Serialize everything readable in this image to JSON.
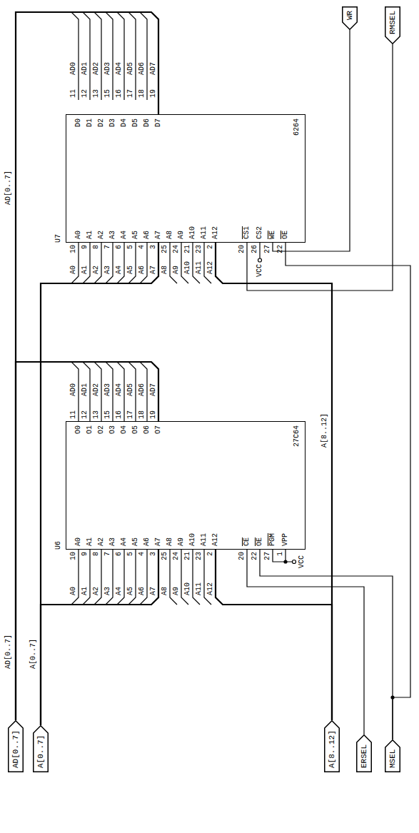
{
  "diagram": {
    "nodes": [
      {
        "text": [
          "AD[0..7]"
        ]
      },
      {
        "text": [
          "A[0..7]"
        ]
      },
      {
        "text": [
          "U6",
          "A0",
          "A1",
          "A2",
          "A3",
          "A4",
          "A5",
          "A6",
          "A7",
          "A8",
          "A9",
          "A10",
          "A11",
          "A12",
          "CE",
          "OE",
          "PGM",
          "VPP",
          "O0",
          "O1",
          "O2",
          "O3",
          "O4",
          "O5",
          "O6",
          "O7",
          "27C64"
        ]
      },
      {
        "text": [
          "U7",
          "A0",
          "A1",
          "A2",
          "A3",
          "A4",
          "A5",
          "A6",
          "A7",
          "A8",
          "A9",
          "A10",
          "A11",
          "A12",
          "CS1",
          "CS2",
          "WE",
          "OE",
          "D0",
          "D1",
          "D2",
          "D3",
          "D4",
          "D5",
          "D6",
          "D7",
          "6264"
        ]
      },
      {
        "text": [
          "A[8..12]"
        ]
      },
      {
        "text": [
          "ERSEL"
        ]
      },
      {
        "text": [
          "MSEL"
        ]
      },
      {
        "text": [
          "WR"
        ]
      },
      {
        "text": [
          "RMSEL"
        ]
      }
    ],
    "edges": [
      {
        "from": 0,
        "to": 2,
        "arrow": "none"
      },
      {
        "from": 0,
        "to": 3,
        "arrow": "none"
      },
      {
        "from": 1,
        "to": 2,
        "arrow": "none"
      },
      {
        "from": 1,
        "to": 3,
        "arrow": "none"
      },
      {
        "from": 4,
        "to": 2,
        "arrow": "none"
      },
      {
        "from": 4,
        "to": 3,
        "arrow": "none"
      },
      {
        "from": 5,
        "to": 2,
        "arrow": "none"
      },
      {
        "from": 6,
        "to": 2,
        "arrow": "none"
      },
      {
        "from": 6,
        "to": 3,
        "arrow": "none"
      },
      {
        "from": 7,
        "to": 3,
        "arrow": "none"
      },
      {
        "from": 8,
        "to": 3,
        "arrow": "none"
      }
    ],
    "labels": [
      "10",
      "9",
      "8",
      "7",
      "6",
      "5",
      "4",
      "3",
      "25",
      "24",
      "21",
      "23",
      "2",
      "20",
      "22",
      "27",
      "1",
      "11",
      "12",
      "13",
      "15",
      "16",
      "17",
      "18",
      "19",
      "A0",
      "A1",
      "A2",
      "A3",
      "A4",
      "A5",
      "A6",
      "A7",
      "A8",
      "A9",
      "A10",
      "A11",
      "A12",
      "AD0",
      "AD1",
      "AD2",
      "AD3",
      "AD4",
      "AD5",
      "AD6",
      "AD7",
      "VCC",
      "10",
      "9",
      "8",
      "7",
      "6",
      "5",
      "4",
      "3",
      "25",
      "24",
      "21",
      "23",
      "2",
      "20",
      "26",
      "27",
      "22",
      "11",
      "12",
      "13",
      "15",
      "16",
      "17",
      "18",
      "19",
      "A0",
      "A1",
      "A2",
      "A3",
      "A4",
      "A5",
      "A6",
      "A7",
      "A8",
      "A9",
      "A10",
      "A11",
      "A12",
      "AD0",
      "AD1",
      "AD2",
      "AD3",
      "AD4",
      "AD5",
      "AD6",
      "AD7",
      "VCC",
      "AD[0..7]",
      "AD[0..7]",
      "A[0..7]",
      "A[8..12]"
    ]
  }
}
